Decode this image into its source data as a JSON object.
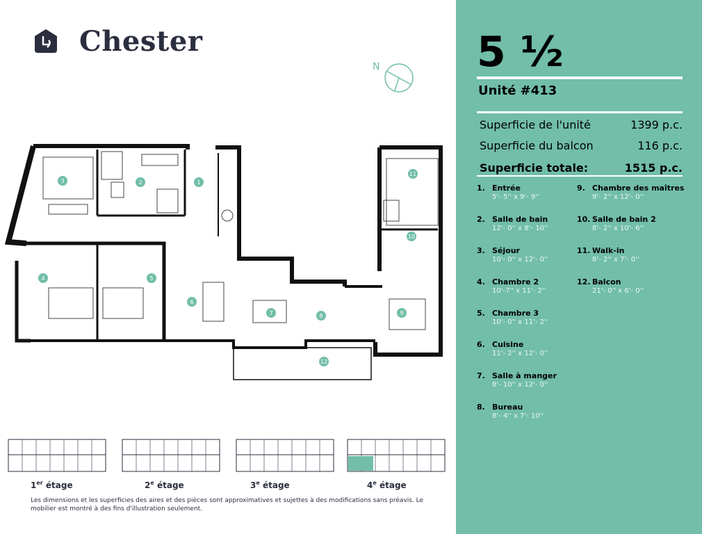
{
  "brand": {
    "name": "Chester"
  },
  "compass": {
    "label": "N"
  },
  "unit": {
    "type_whole": "5",
    "type_fraction": "½",
    "number": "Unité #413"
  },
  "areas": [
    {
      "label": "Superficie de l'unité",
      "value": "1399 p.c."
    },
    {
      "label": "Superficie du balcon",
      "value": "116 p.c."
    },
    {
      "label": "Superficie totale:",
      "value": "1515 p.c."
    }
  ],
  "rooms": [
    {
      "num": "1.",
      "name": "Entrée",
      "dims": "5'- 5'' x 9'- 9''"
    },
    {
      "num": "2.",
      "name": "Salle de bain",
      "dims": "12'- 0'' x 8'- 10''"
    },
    {
      "num": "3.",
      "name": "Séjour",
      "dims": "10'- 0'' x 12'- 0''"
    },
    {
      "num": "4.",
      "name": "Chambre 2",
      "dims": "10'-7'' x 11'- 2''"
    },
    {
      "num": "5.",
      "name": "Chambre 3",
      "dims": "10'- 0'' x 11'- 2''"
    },
    {
      "num": "6.",
      "name": "Cuisine",
      "dims": "11'- 2'' x 12'- 0''"
    },
    {
      "num": "7.",
      "name": "Salle à manger",
      "dims": "8'- 10'' x 12'- 0''"
    },
    {
      "num": "8.",
      "name": "Bureau",
      "dims": "8'- 4'' x 7'- 10''"
    },
    {
      "num": "9.",
      "name": "Chambre des maîtres",
      "dims": "9'- 2'' x 12'- 0''"
    },
    {
      "num": "10.",
      "name": "Salle de bain 2",
      "dims": "8'- 2'' x 10'- 6''"
    },
    {
      "num": "11.",
      "name": "Walk-in",
      "dims": "8'- 2'' x 7'- 0''"
    },
    {
      "num": "12.",
      "name": "Balcon",
      "dims": "21'- 0'' x 6'- 0''"
    }
  ],
  "plan_markers": [
    "1",
    "2",
    "3",
    "4",
    "5",
    "6",
    "7",
    "8",
    "9",
    "10",
    "11",
    "12"
  ],
  "floors": [
    {
      "num": "1",
      "sup": "er",
      "word": "étage"
    },
    {
      "num": "2",
      "sup": "e",
      "word": "étage"
    },
    {
      "num": "3",
      "sup": "e",
      "word": "étage"
    },
    {
      "num": "4",
      "sup": "e",
      "word": "étage"
    }
  ],
  "disclaimer": "Les dimensions et les superficies des aires et des pièces sont approximatives et sujettes à des modifications sans préavis. Le mobilier est montré à des fins d'illustration seulement.",
  "colors": {
    "panel": "#72bea8",
    "brand": "#2b2e3e",
    "wall": "#111111",
    "marker": "#72bea8"
  }
}
